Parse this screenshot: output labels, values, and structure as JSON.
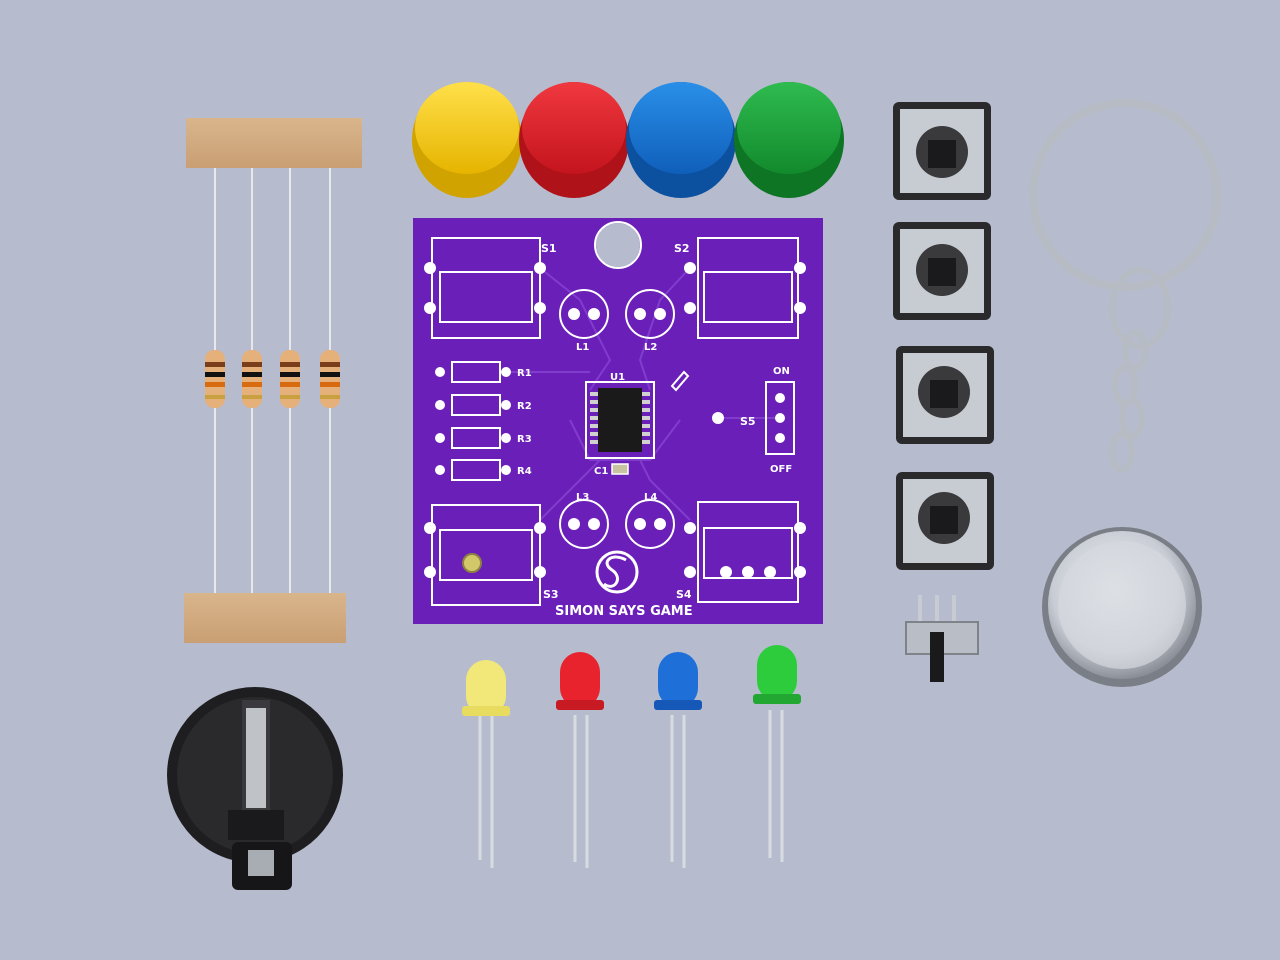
{
  "pcb": {
    "board_color": "#6a1fb8",
    "title": "SIMON SAYS GAME",
    "switch_labels": [
      "S1",
      "S2",
      "S3",
      "S4",
      "S5"
    ],
    "led_labels": [
      "L1",
      "L2",
      "L3",
      "L4"
    ],
    "resistor_labels": [
      "R1",
      "R2",
      "R3",
      "R4"
    ],
    "ic_label": "U1",
    "cap_label": "C1",
    "power_on": "ON",
    "power_off": "OFF",
    "logo_icon": "s-logo-icon"
  },
  "colors": {
    "background": "#b6bccd",
    "yellow": "#f5cc10",
    "red": "#e0202a",
    "blue": "#1575d6",
    "green": "#1aa33a"
  },
  "components": {
    "button_caps": [
      "yellow",
      "red",
      "blue",
      "green"
    ],
    "leds": [
      "yellow",
      "red",
      "blue",
      "green"
    ],
    "tactile_switches": 4,
    "resistors": 4
  }
}
